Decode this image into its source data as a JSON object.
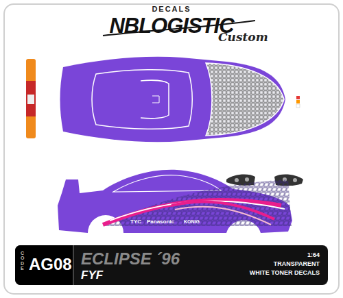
{
  "diagram": {
    "nodes": [
      {
        "text": [
          "CODE",
          "AG08",
          "ECLIPSE ´96",
          "FYF",
          "1:64",
          "TRANSPARENT",
          "WHITE TONER DECALS"
        ]
      }
    ],
    "labels": [
      "DECALS",
      "NBLOGISTIC",
      "Custom",
      "TYC",
      "Panasonic",
      "KONIG"
    ]
  }
}
